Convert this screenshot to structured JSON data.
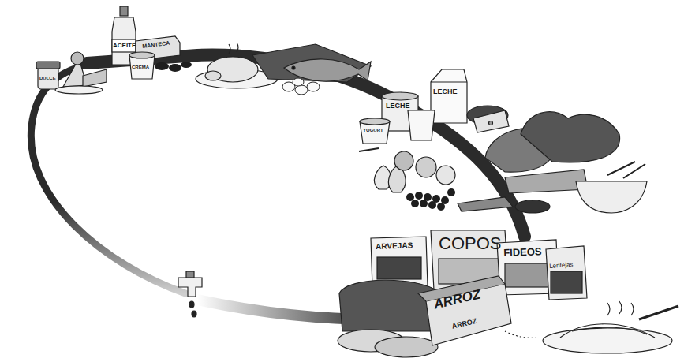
{
  "diagram": {
    "labels": [
      "DULCE",
      "ACEITE",
      "MANTECA",
      "CREMA",
      "LECHE",
      "LECHE",
      "YOGURT",
      "ARVEJAS",
      "COPOS",
      "FIDEOS",
      "Lentejas",
      "ARROZ",
      "ARROZ"
    ]
  }
}
